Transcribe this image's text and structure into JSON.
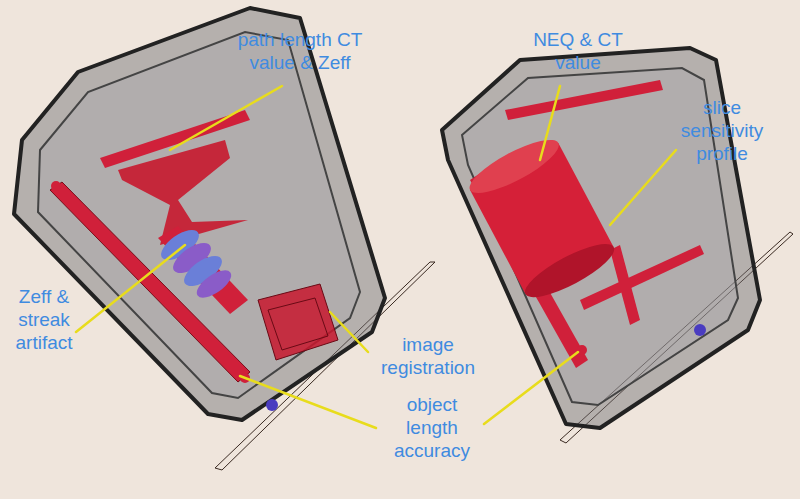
{
  "diagram": {
    "labels": [
      "path length CT value & Zeff",
      "NEQ & CT value",
      "slice sensitivity profile",
      "Zeff & streak artifact",
      "image registration",
      "object length accuracy"
    ]
  }
}
